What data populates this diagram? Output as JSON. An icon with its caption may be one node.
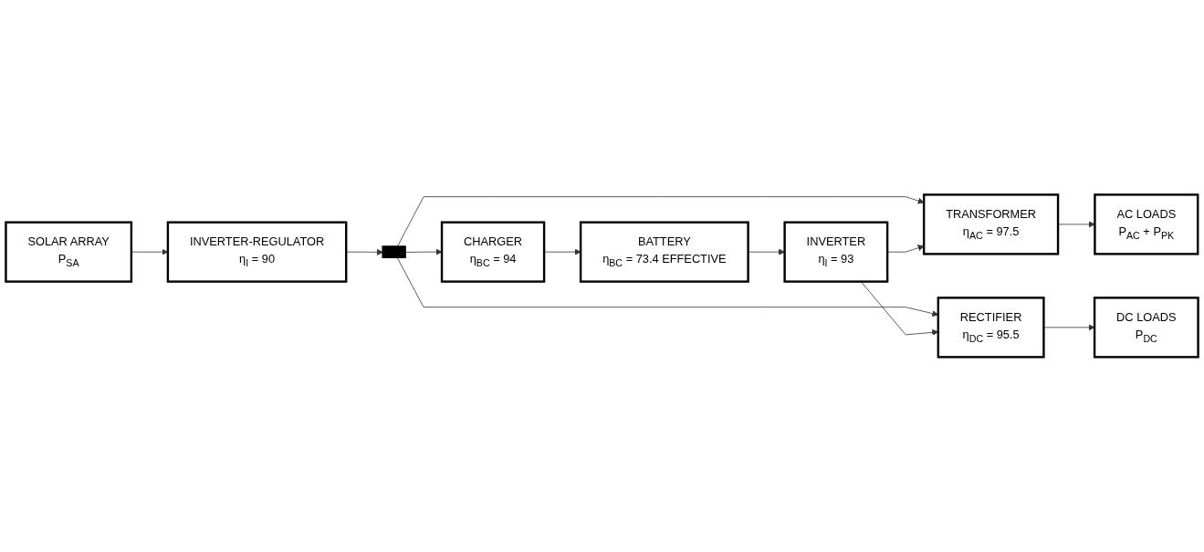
{
  "diagram": {
    "nodes": [
      {
        "text": [
          "SOLAR ARRAY",
          "P$_{SA}$"
        ]
      },
      {
        "text": [
          "INVERTER-REGULATOR",
          "η$_{I}$ = 90"
        ]
      },
      {
        "text": [],
        "shape": "diode"
      },
      {
        "text": [
          "CHARGER",
          "η$_{BC}$ = 94"
        ]
      },
      {
        "text": [
          "INVERTER",
          "η$_{I}$ = 93"
        ]
      },
      {
        "text": [
          "TRANSFORMER",
          "η$_{AC}$ = 97.5"
        ]
      },
      {
        "text": [
          "RECTIFIER",
          "η$_{DC}$ = 95.5"
        ]
      },
      {
        "text": [
          "BATTERY",
          "η$_{BC}$ = 73.4 EFFECTIVE"
        ]
      },
      {
        "text": [
          "AC LOADS",
          "P$_{AC}$ + P$_{PK}$"
        ]
      },
      {
        "text": [
          "DC LOADS",
          "P$_{DC}$"
        ]
      }
    ],
    "edges": [
      {
        "from": 0,
        "to": 1,
        "arrow": "to"
      },
      {
        "from": 1,
        "to": 2,
        "arrow": "to"
      },
      {
        "from": 2,
        "to": 3,
        "arrow": "to"
      },
      {
        "from": 2,
        "to": 5,
        "arrow": "to"
      },
      {
        "from": 2,
        "to": 6,
        "arrow": "to"
      },
      {
        "from": 4,
        "to": 5,
        "arrow": "to"
      },
      {
        "from": 4,
        "to": 6,
        "arrow": "to"
      },
      {
        "from": 3,
        "to": 7,
        "arrow": "to"
      },
      {
        "from": 7,
        "to": 4,
        "arrow": "to"
      },
      {
        "from": 5,
        "to": 8,
        "arrow": "to"
      },
      {
        "from": 6,
        "to": 9,
        "arrow": "to"
      }
    ]
  }
}
